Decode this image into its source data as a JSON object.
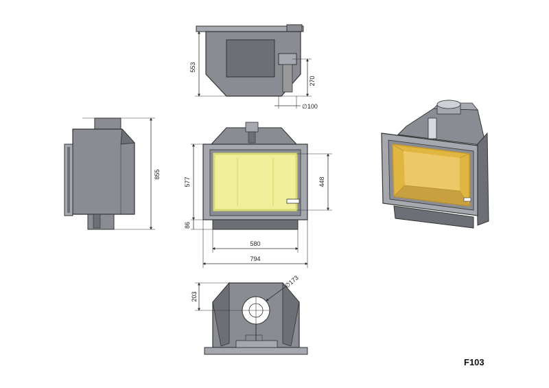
{
  "drawing": {
    "model_code": "F103",
    "top_view": {
      "depth": "553",
      "flue_offset": "270",
      "flue_diameter": "∅100"
    },
    "side_view": {
      "height": "855"
    },
    "front_view": {
      "body_height": "577",
      "glass_height": "448",
      "base_height": "86",
      "glass_width": "580",
      "overall_width": "794"
    },
    "bottom_view": {
      "depth": "203",
      "duct_diameter": "∅173"
    },
    "colors": {
      "steel": "#8a8c94",
      "steel_dark": "#6d6f77",
      "steel_light": "#a6a8b0",
      "glass": "#f0f09a",
      "glass_frame": "#dada70",
      "fire_3d": "#e0b640",
      "line": "#333333"
    }
  }
}
